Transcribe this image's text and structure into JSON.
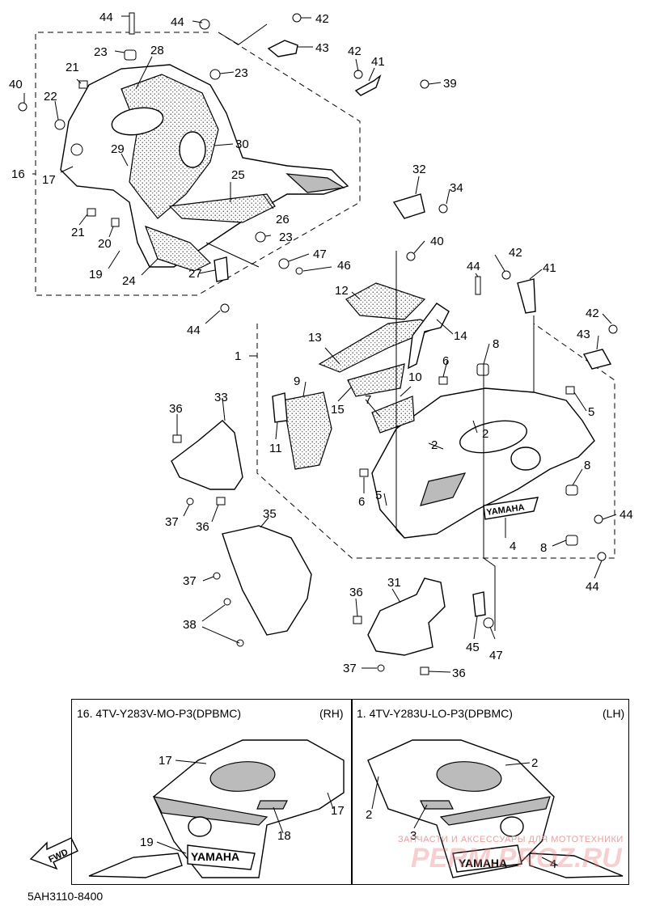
{
  "callouts": {
    "c44a": "44",
    "c23a": "23",
    "c28": "28",
    "c44b": "44",
    "c42a": "42",
    "c43a": "43",
    "c21a": "21",
    "c23b": "23",
    "c42b": "42",
    "c41a": "41",
    "c40a": "40",
    "c22": "22",
    "c39": "39",
    "c30": "30",
    "c29": "29",
    "c16": "16",
    "c17": "17",
    "c25": "25",
    "c32": "32",
    "c34": "34",
    "c21b": "21",
    "c26": "26",
    "c20": "20",
    "c23c": "23",
    "c40b": "40",
    "c19": "19",
    "c24": "24",
    "c27": "27",
    "c47a": "47",
    "c46": "46",
    "c44c": "44",
    "c42c": "42",
    "c44d": "44",
    "c41b": "41",
    "c12": "12",
    "c42d": "42",
    "c14": "14",
    "c43b": "43",
    "c1": "1",
    "c13": "13",
    "c8a": "8",
    "c6a": "6",
    "c9": "9",
    "c10": "10",
    "c33": "33",
    "c15": "15",
    "c7": "7",
    "c2a": "2",
    "c5a": "5",
    "c36a": "36",
    "c11": "11",
    "c2b": "2",
    "c8b": "8",
    "c6b": "6",
    "c5b": "5",
    "c37a": "37",
    "c36b": "36",
    "c35": "35",
    "c44e": "44",
    "c4": "4",
    "c8c": "8",
    "c37b": "37",
    "c44f": "44",
    "c36c": "36",
    "c31": "31",
    "c38": "38",
    "c45": "45",
    "c47b": "47",
    "c37c": "37",
    "c36d": "36"
  },
  "color_box": {
    "rh_title": "16. 4TV-Y283V-MO-P3(DPBMC)",
    "rh_side": "(RH)",
    "lh_title": "1. 4TV-Y283U-LO-P3(DPBMC)",
    "lh_side": "(LH)",
    "rh_labels": {
      "l17a": "17",
      "l17b": "17",
      "l18": "18",
      "l19": "19"
    },
    "lh_labels": {
      "l2a": "2",
      "l2b": "2",
      "l3": "3",
      "l4": "4"
    },
    "fwd": "FWD",
    "brand": "YAMAHA"
  },
  "brand_text": "YAMAHA",
  "diagram_code": "5AH3110-8400",
  "watermark": "ЗАПЧАСТИ И АКСЕССУАРЫ ДЛЯ МОТОТЕХНИКИ",
  "watermark_logo": "PERM.PROZ.RU"
}
